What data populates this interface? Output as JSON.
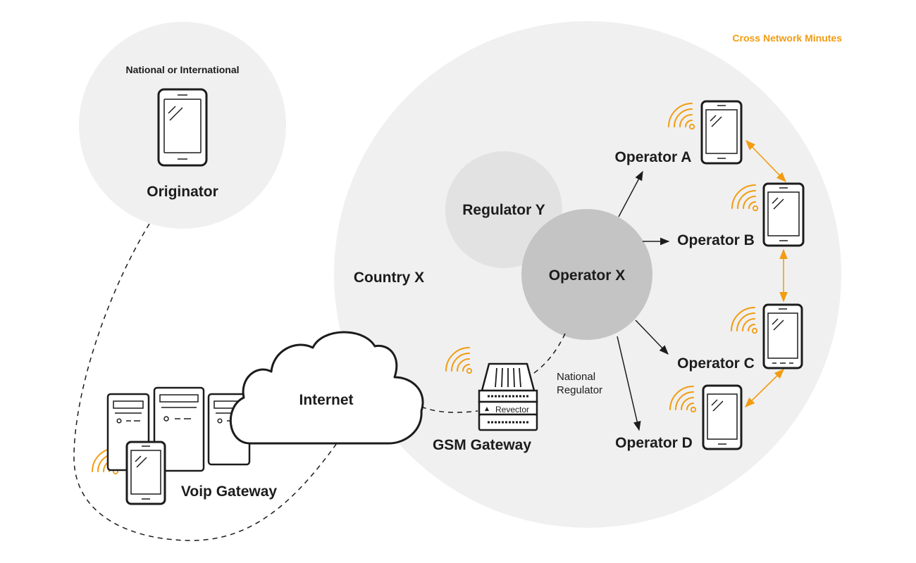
{
  "colors": {
    "accent": "#f29c11",
    "ink": "#1c1c1c",
    "region_light": "#f0f0f0",
    "region_mid": "#e2e2e2",
    "region_dark": "#c4c4c4"
  },
  "legend": {
    "cross_network": "Cross Network Minutes"
  },
  "originator": {
    "caption": "National or International",
    "label": "Originator"
  },
  "country": {
    "label": "Country X"
  },
  "regulator": {
    "label": "Regulator Y"
  },
  "operator_x": {
    "label": "Operator X"
  },
  "operators": [
    {
      "id": "a",
      "label": "Operator A"
    },
    {
      "id": "b",
      "label": "Operator B"
    },
    {
      "id": "c",
      "label": "Operator C"
    },
    {
      "id": "d",
      "label": "Operator D"
    }
  ],
  "internet": {
    "label": "Internet"
  },
  "voip": {
    "label": "Voip Gateway"
  },
  "gsm": {
    "label": "GSM Gateway",
    "brand": "Revector"
  },
  "national_regulator": {
    "line1": "National",
    "line2": "Regulator"
  },
  "icons": [
    "phone-icon",
    "wifi-signal-icon",
    "server-icon",
    "cloud-icon",
    "gsm-gateway-icon",
    "arrow-icon"
  ]
}
